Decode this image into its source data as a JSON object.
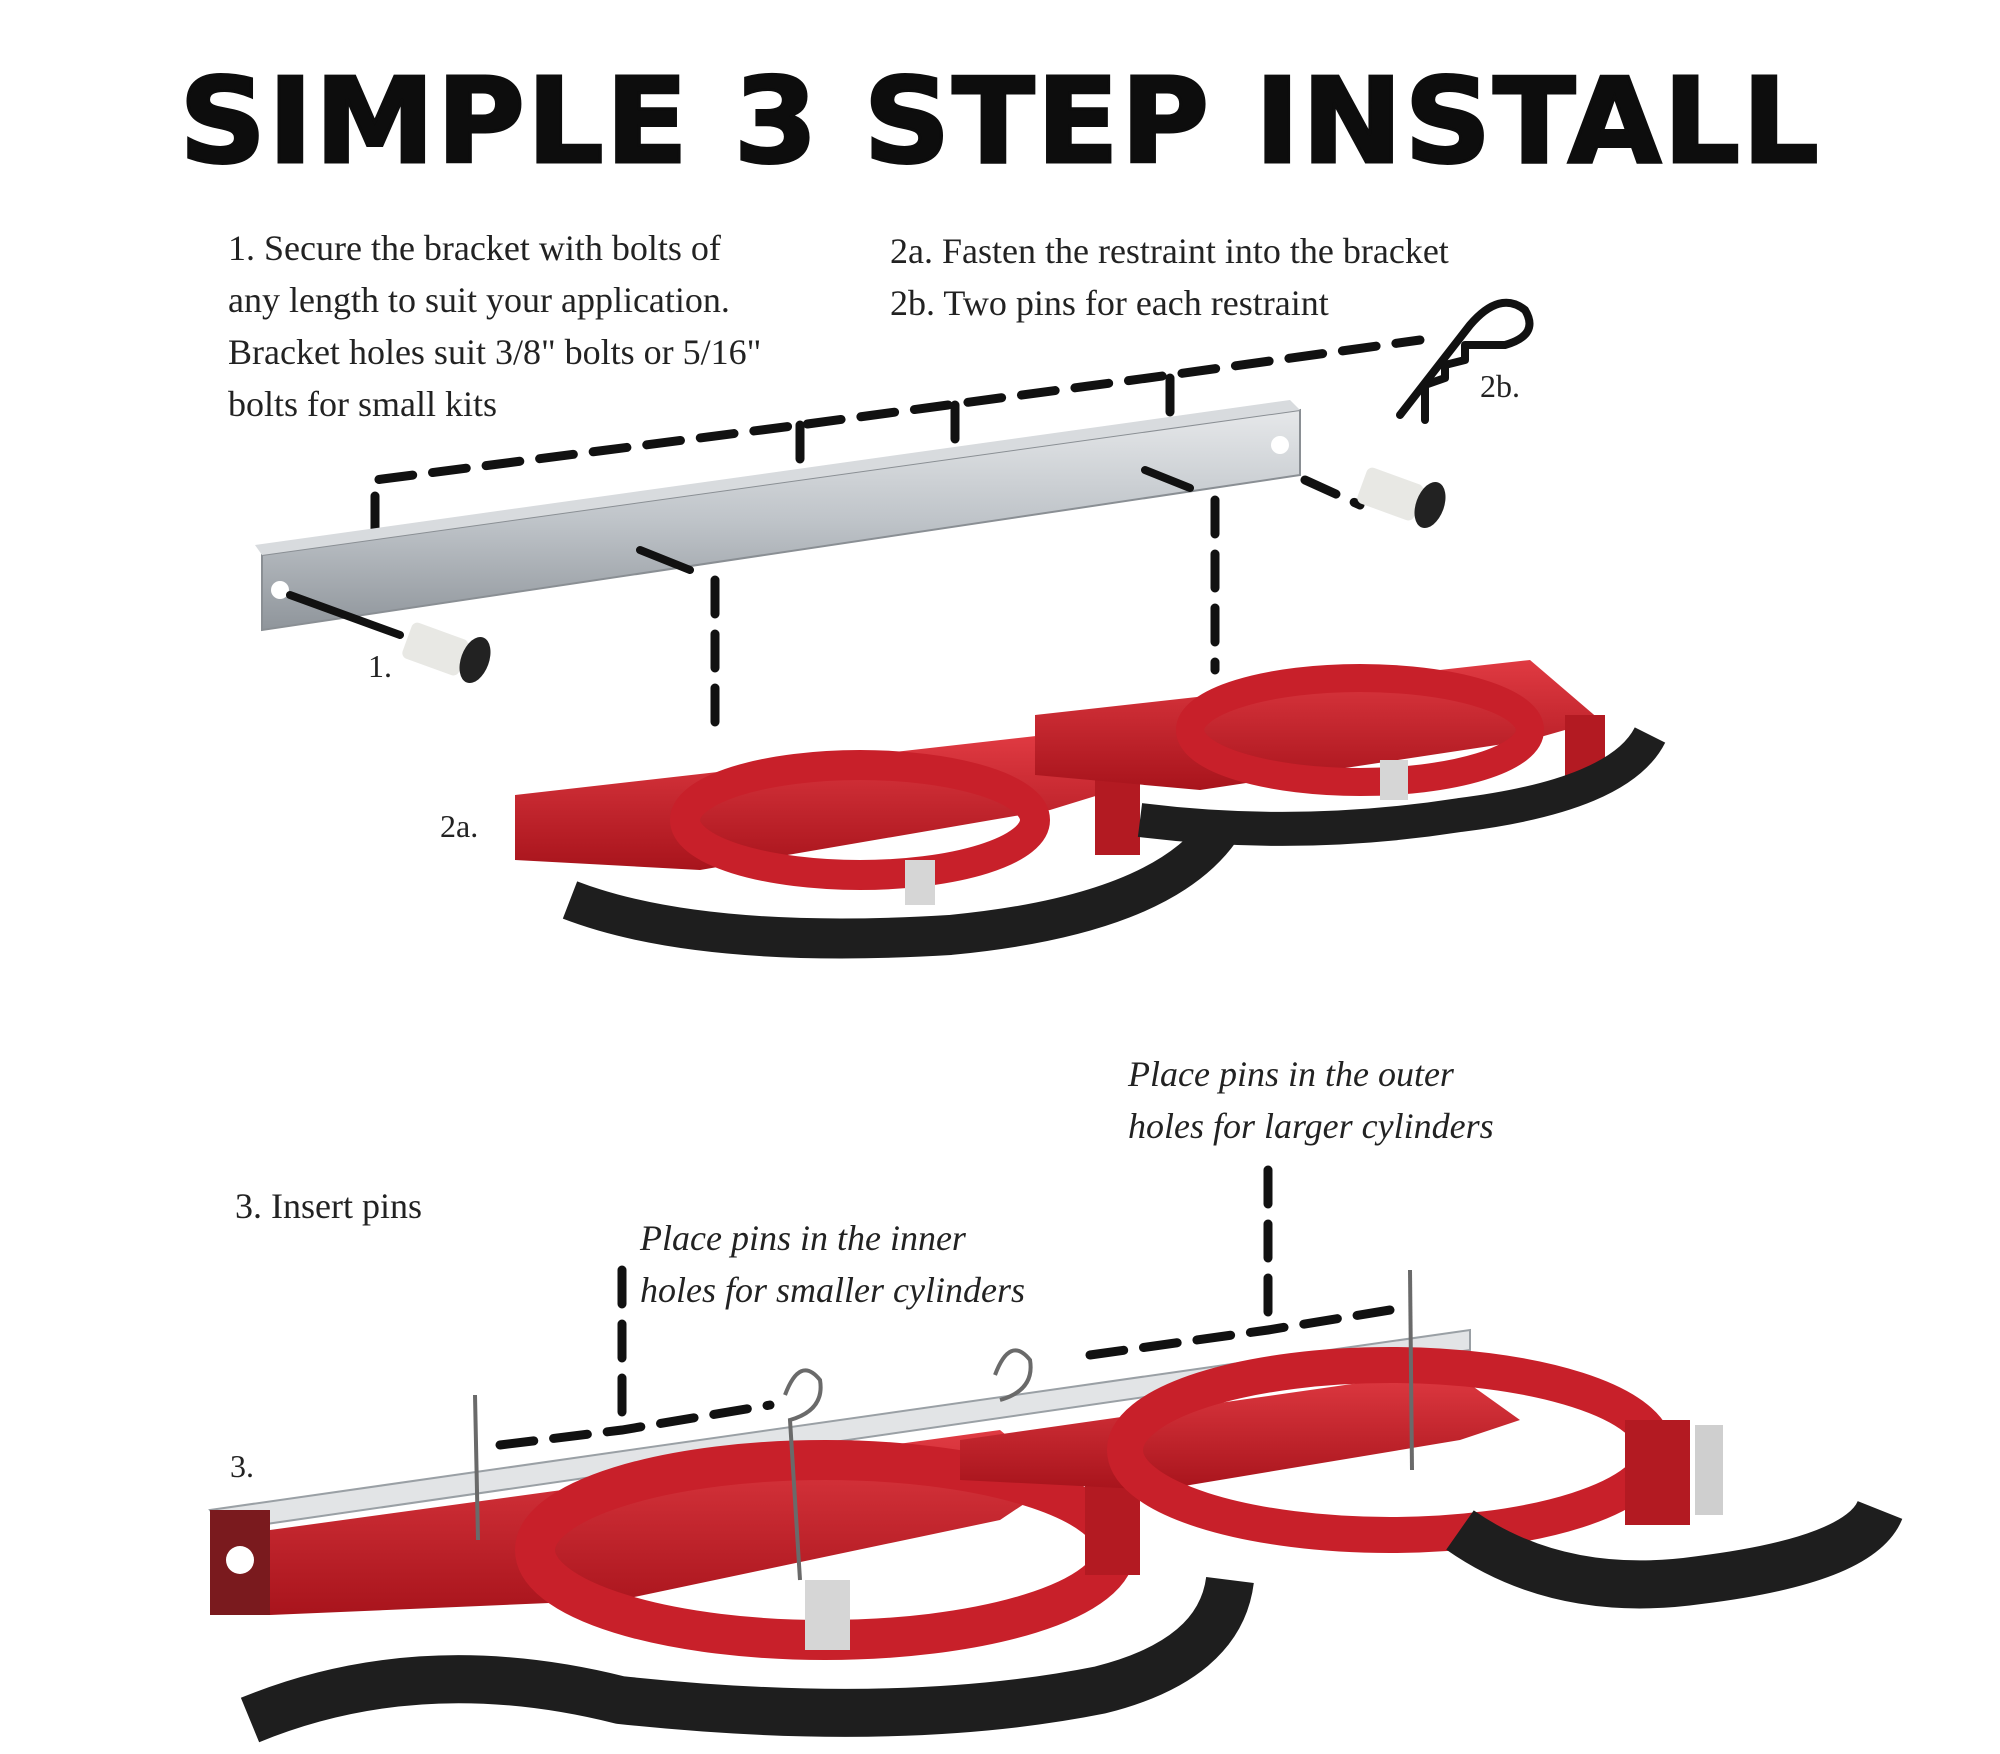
{
  "title": "SIMPLE 3 STEP INSTALL",
  "step1": {
    "lines": [
      "1. Secure the bracket with bolts of",
      "any length to suit your application.",
      "Bracket holes suit 3/8\" bolts or 5/16\"",
      "bolts for small kits"
    ],
    "marker": "1."
  },
  "step2": {
    "lines": [
      "2a. Fasten the restraint into the bracket",
      "2b. Two pins for each restraint"
    ],
    "marker_a": "2a.",
    "marker_b": "2b."
  },
  "step3": {
    "heading": "3. Insert pins",
    "marker": "3.",
    "note_inner": [
      "Place pins in the inner",
      "holes for smaller cylinders"
    ],
    "note_outer": [
      "Place pins in the outer",
      "holes for larger cylinders"
    ]
  },
  "colors": {
    "restraint_red": "#c8202a",
    "strap_black": "#1e1e1e",
    "bracket_silver": "#c4c8cc",
    "dash_black": "#111111"
  }
}
